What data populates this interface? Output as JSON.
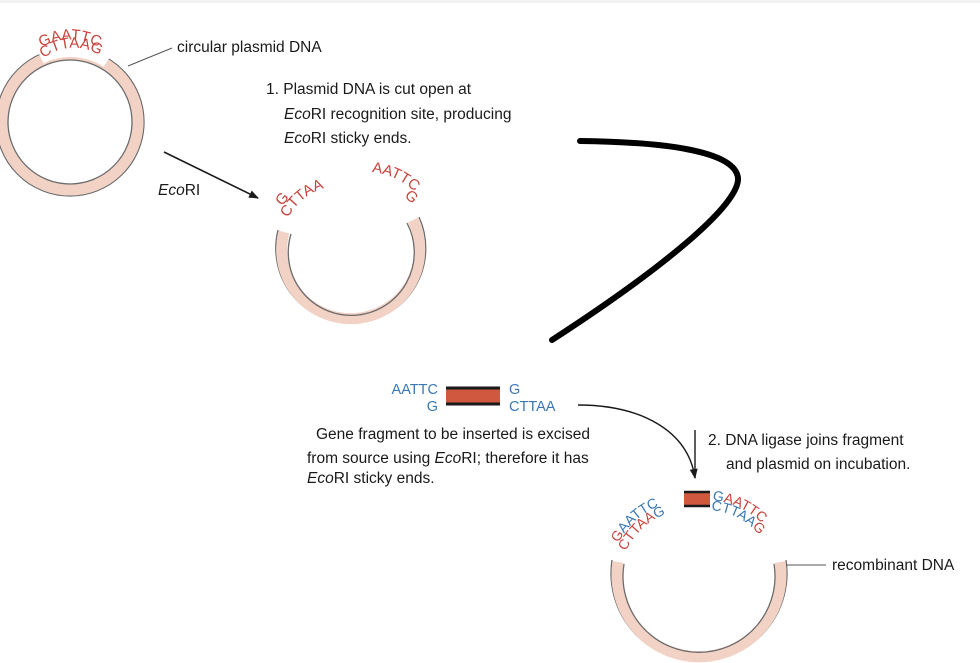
{
  "colors": {
    "plasmid_fill": "#f3d2c6",
    "plasmid_outline": "#6b6b6b",
    "plasmid_sequence": "#c8443c",
    "fragment_sequence": "#3a78b4",
    "fragment_bar": "#d0583f",
    "annotation_stroke": "#000000"
  },
  "labels": {
    "circular_plasmid": "circular plasmid DNA",
    "step1": {
      "line1": "1. Plasmid DNA is cut open at",
      "line2_italic": "Eco",
      "line2_rest": "RI recognition site, producing",
      "line3_italic": "Eco",
      "line3_rest": "RI sticky ends."
    },
    "enzyme": {
      "italic": "Eco",
      "rest": "RI"
    },
    "fragment_caption": {
      "line1": "Gene fragment to be inserted is excised",
      "line2_pre": "from source using ",
      "line2_italic": "Eco",
      "line2_post": "RI; therefore it has",
      "line3_italic": "Eco",
      "line3_rest": "RI sticky ends."
    },
    "step2": {
      "line1": "2. DNA ligase joins fragment",
      "line2": "and plasmid on incubation."
    },
    "recombinant": "recombinant DNA"
  },
  "sequences": {
    "plasmid_top": "GAATTC",
    "plasmid_bottom": "CTTAAG",
    "cut_left_top": "G",
    "cut_left_bottom": "CTTAA",
    "cut_right_top": "AATTC",
    "cut_right_bottom": "G",
    "fragment_left_top": "AATTC",
    "fragment_left_bottom": "G",
    "fragment_right_top": "G",
    "fragment_right_bottom": "CTTAA",
    "recomb_left_top": "GAATTC",
    "recomb_left_bottom": "CTTAAG",
    "recomb_right_top": "GAATTC",
    "recomb_right_bottom": "CTTAAG"
  }
}
